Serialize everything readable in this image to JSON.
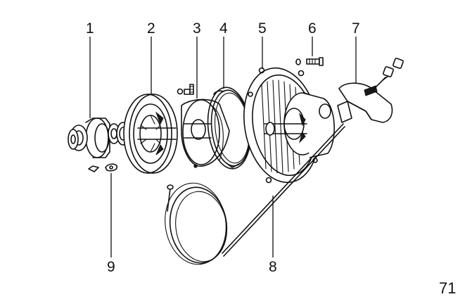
{
  "figure": {
    "callouts": [
      {
        "id": "1",
        "label": "1"
      },
      {
        "id": "2",
        "label": "2"
      },
      {
        "id": "3",
        "label": "3"
      },
      {
        "id": "4",
        "label": "4"
      },
      {
        "id": "5",
        "label": "5"
      },
      {
        "id": "6",
        "label": "6"
      },
      {
        "id": "7",
        "label": "7"
      },
      {
        "id": "8",
        "label": "8"
      },
      {
        "id": "9",
        "label": "9"
      }
    ],
    "page_number": "71"
  }
}
